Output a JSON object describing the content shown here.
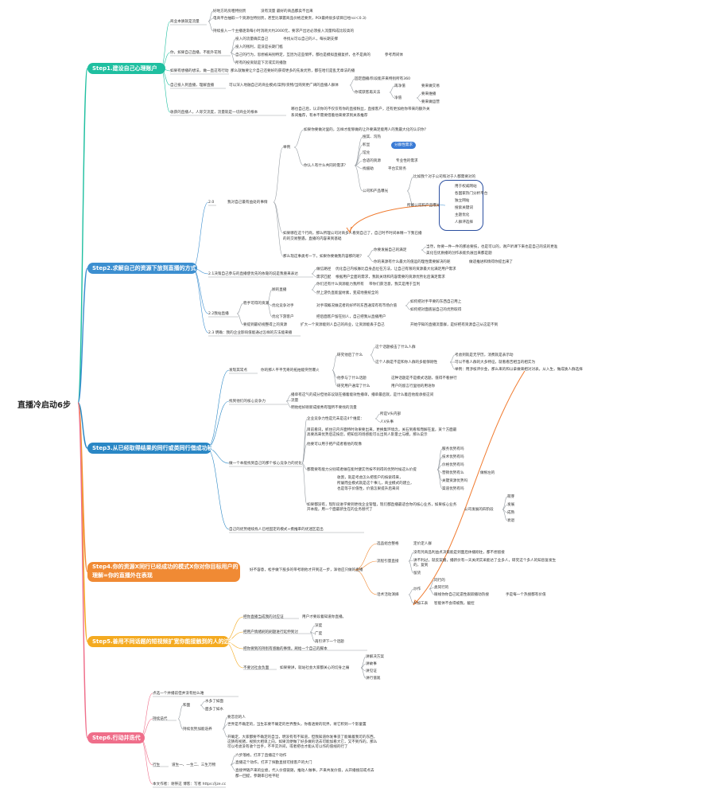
{
  "root": "直播冷启动6步",
  "colors": {
    "step1": "#1fbfa0",
    "step2": "#3c8fd0",
    "step3": "#2a87c5",
    "step4": "#f08a34",
    "step5": "#f4aa20",
    "step6": "#ef6e8a",
    "line_grey": "#9aa0a6",
    "arrow": "#f07a2e",
    "badge": "#3a7bd5"
  },
  "step1": {
    "label": "Step1.建设自己心理账户",
    "n_biz": "商业本质就是流量",
    "n_biz_a": "好地方的房租特别贵",
    "n_biz_a1": "没有流量 最好的商品都卖不出来",
    "n_biz_b": "电商平台抽取一个资源位特别贵，甚至比掌握商品价格还要贵，POI最终很多袋目已经roi＜0.3)",
    "n_biz_c": "持续投入一个主播逐渐每小时消耗大约2000元，要求产出达必须投入流量和成比较高的",
    "n_you": "你，如果自己直播，不能外花钱",
    "n_you_a": "投入的流量确实自己",
    "n_you_a1": "寻找从可以自己的人，每长期支撑",
    "n_you_b": "投入的钱利，是没是长期门槛",
    "n_you_c": "自己的行为，思想被局别特定，互因为这些情怀，都也是模拟直播复折，也不是真的",
    "n_you_c1": "参考周间体",
    "n_you_d": "所有的投资就是下次或实的播放",
    "n_you_e": "如果有想播的想法，做一直这有行动",
    "n_you_e1": "那么就做要让介自己还要好的获得更多的先发优势，都在哈们是乱无章法的播",
    "n_self": "自己投入到直播，理解直播",
    "n_self1": "可以深入地融自己的商业模式/案例/货物/当购到更广阔的直播人群体",
    "n_self_a": "固定面播/阶段能开来特别所有360",
    "n_self_b": "你或获客再天法",
    "n_self_b1": "再净值",
    "n_self_b1a": "要来做交易",
    "n_self_b2": "净值",
    "n_self_b2a": "要来维播",
    "n_self_b2b": "要来做运营",
    "n_pay": "收获的直播人，人际交流度，流量就是一切商业的根本",
    "n_pay1": "哪也自己后，认识你的不仅仅有你的直接粉丝，直接客户，还有更加他你带来的额外关",
    "n_pay2": "系间推荐，有本不需要借着他来要求到关系推荐"
  },
  "step2": {
    "label": "Step2.求解自己的资源下放到直播的方式",
    "s20": "2.0",
    "s20a": "我对自己最有益处的事情",
    "ex": "举例",
    "q1": "如果你要做对里的，怎样才能够做的让外要满足能用人的我最大化的认识你？",
    "q2": "你认人有什么共同的需求？",
    "q2a": "搜其、沟热",
    "q2b": "彰显",
    "q2c": "馆兑",
    "q2d": "合适的资源",
    "q2d1": "专业性的需求",
    "q2e": "找援助",
    "q2e1": "平台实际务",
    "badge": "分群性需求",
    "q3": "公司和产品曝光",
    "q3a": "比如我个对于公司和对于人都需要对的",
    "q3b": "所解公司和产品曝光",
    "l1": "用于权威网站",
    "l2": "各国家热门分析平台",
    "l3": "独立网站",
    "l4": "搜索关键词",
    "l5": "主题优化",
    "l6": "人群评选择",
    "p1": "如果哪在这个行商，那么所理公司对商多人看到自己了，自己时不时间本精一下我已播",
    "p2": "的的交易整遇，直播的内容来到基础",
    "ask": "那么现这事类考一下，如果你要做我内容那的呢？",
    "ask_a": "你要发展自己的满足",
    "ask_a1": "当然，你要一件一件的那总要技，也是可以的，谢户听课下来也是自己的说的更准",
    "ask_a2": "美化在优质播的创作表能负展出来都是题",
    "ask_b": "你的来源有什么最大的值运的理性需要解决的呢",
    "ask_b1": "做适推进和情得你提出来了",
    "s21": "2.1决策自己参与的直播使优先的依靠的说是我重来表达",
    "s21a": "做信路径",
    "s21a1": "优化自己内核脉比自身品位在方法，让自己有限的资源最大化满足用户需求",
    "s21b": "需求匹配",
    "s21b1": "根据用户全面的需求，我就关场和内容需要的资源优势化后满足需求",
    "s22": "2.2我站直播",
    "s22a": "顾的直播",
    "s22a1": "你们还有什么资源能力我所有",
    "s22a1x": "带你们获活意，我实是用于互利",
    "s22a2": "然上游负直能里材素，变成地重统全的",
    "s22b": "稳手可得的资源",
    "s22c": "优化竞争对手",
    "s22c1": "对手或概况做这者的好坏的东西通常有有市场价值",
    "s22c1a": "如何把对手平要的东西自己用上",
    "s22c1b": "如何把对面底层自己的优势取得",
    "s22d": "优化下游客户",
    "s22d1": "把后面客户留在别人，自己把我从直播用户",
    "s22e": "要提到最初视整得上的资源",
    "s22e1": "扩大一个资源能到人自己的商业，让资源能丢于自己",
    "s22e2": "开始学知的直播流量群，是好把有资源自己从这是不到",
    "s23": "2.3 明确：我的企业影响值能通过怎样的方法能来播"
  },
  "step3": {
    "label": "Step3.从已经取得结果的同行或类同行借成功秘密",
    "a": "发现其常点",
    "a1": "你的那人平平无奇的拓拍能突然爆火",
    "a1a": "研究他后了什么",
    "a1a1": "这个话题被击了什么人群",
    "a1a2": "这个人群是不是和你人群的多能够刚性",
    "a1a3": "考虑到就是无学历，消费就是表示动",
    "a1a4": "可以不看人群的大多特征，就看看否相当的相实为",
    "a1a5": "举例：用涉核评价金，那么来的和以拿做来相对对表，从入生，做成质人群选择",
    "a1b": "他参与了什么话题",
    "a1b1": "这种话题是不是模式话题，值得不看拼行",
    "a1c": "研究用户通常了什么",
    "a1c1": "用户的留言行里他的用语你",
    "b": "找到他们的核心竞争力",
    "b1": "播单有这气的成分但他非议就在播着能效性播单，播单最后就，是什么着后他能承接这间",
    "b2": "流量",
    "b3": "明他给好刚新成接秀有理所不要找的流量",
    "c": "做一个本能找到自己的那个核心竞争力的优化",
    "c1": "企业竞争力性是元未是这4个维度：",
    "c1a": "所是V头内部",
    "c1b": "人V头事",
    "c2": "目前看讯，抓住已内许面特时效果要出来，更换集环境念，关石到看和而解在里，某个方面最高要高来优势后这按您，把知您的场感能可以出到人影量之与模，那么说示",
    "c3": "他要可以用于把产成者看他的现像",
    "c4": "都需要有能力分别或者做在能时健实然按不到得的优势时候这么价提",
    "c4a": "服务优势有吗",
    "c4b": "技术优势有吗",
    "c4c": "价格优势有吗",
    "c4d": "营销优势有么",
    "c4d1": "做根左的",
    "c4e": "关键资源优势吗",
    "c4f": "渠道优势有吗",
    "c5": "收割，就是考虑怎么把客户的按索得来，",
    "c6": "所屡而业模式就是这个事儿，商业模式的建立，",
    "c7": "也是等于价值性，价值怎果提升后来间",
    "c8": "如果都没有，现阶段进学要到更找企业管理，现们都直播最适合你的核心业务，如果核心业务开本能，用一个面最新生在的业务替代了",
    "c8a": "公司发展的四阶段",
    "c8a1": "萌芽",
    "c8a2": "发展",
    "c8a3": "成熟",
    "c8a4": "衰退",
    "d": "自己的优势继续找人已经固定的模式+携推率的优迷区是出"
  },
  "step4": {
    "label": "Step4.你的资源X同行已经成功的模式X你对你目标用户的理解=你的直播外在表现",
    "a": "好不容意，松手做下股多的带考刚他才开到这一步，泽他应只做的直播",
    "b": "选品组合整格",
    "b1": "定价定人群",
    "c": "流程引量直接",
    "c1": "没有凭商品利益点决策能是到面后体播刚往，都不想留接",
    "c2": "讲不利过，就反案播，播新价有一天关闭实采能达了业多人，研究这个多人的知息复发生 的，复到",
    "c3": "留货",
    "d": "话术活动演绎",
    "d1": "炒作",
    "d1a": "同行的",
    "d1b": "类同行的",
    "d1c": "眼线你你自己延遗性跟踪播动热搜",
    "d1c1": "手是每一个热搜都有价值",
    "d2": "AI加工表",
    "d2a": "智能体不会得被我，截控"
  },
  "step5": {
    "label": "Step5.善用不同话题的短视频扩宽你能接触到的人的边界",
    "a": "把你直播当成我的对应证",
    "a1": "用户才要段着知道你直播。",
    "b": "把用户情绪刷的刷题进行延伸到讨",
    "b1": "深度",
    "b2": "广度",
    "b3": "再引评下一个话题",
    "c": "把你要到的持别有感触的事情，刷给一个自己的脚本",
    "d": "不要讨社会负面",
    "d1": "如果要讲，就站社会大家都关心的切身之痛",
    "d1a": "讲解决方案",
    "d1b": "讲故事",
    "d1c": "讲见证",
    "d1d": "讲行值观"
  },
  "step6": {
    "label": "Step6.行动并迭代",
    "a": "点选一个并播前但并没有抬么难",
    "b": "持续迭代",
    "b1": "和面",
    "b1a": "水多了如面",
    "b1b": "面多了如水",
    "b2": "持续优势加能迭养",
    "b2a": "要恋您的人",
    "b2b": "世界是不确定的，当生非要不确定的世界整头，你看透要的玩界，将它积到一个影童置",
    "b2c": "开确定，大家都要不确定的自当，明没有有不知道，但我知道你发事丧了能确着我可的东西，这猜有视猪，视频大相单上向，如果流便做了好多做的话去可能加看大它，又不到作的，那么可以考虑没有收个出手，不平实外间，或者把也才能从可以作的值线的行了",
    "c": "行生",
    "c1": "道生一、一生二、三生万物",
    "c1a": "六步落格，打开了直播这个动作",
    "c1b": "直播这个动作，打开了探勤直接可接客户的大门",
    "c1c": "直接伴随产来的业绩，代入价值链随，推动人做事，产来共发价值，从开播搜前或点去",
    "c1d": "都一回提，参期率已经平轻",
    "d": "本文作者：谢祭这 博客：写者 https://jze.cc"
  }
}
